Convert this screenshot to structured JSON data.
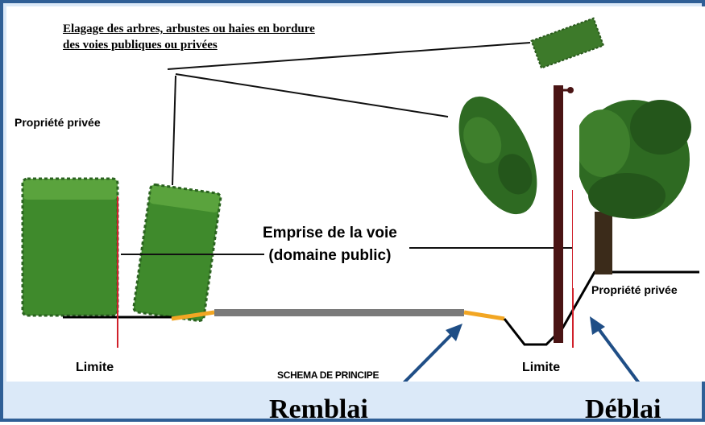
{
  "title_lines": [
    "Elagage des arbres, arbustes ou haies en bordure",
    "des voies publiques ou privées"
  ],
  "labels": {
    "private_left": "Propriété privée",
    "private_right": "Propriété privée",
    "road_lines": [
      "Emprise de la voie",
      "(domaine public)"
    ],
    "limit_left": "Limite",
    "limit_right": "Limite",
    "schema": "SCHEMA DE PRINCIPE",
    "remblai": "Remblai",
    "deblai": "Déblai"
  },
  "colors": {
    "frame": "#2f5f96",
    "footer_band": "#dbe9f8",
    "limit_line": "#d0202a",
    "road": "#7a7a7a",
    "shoulder": "#f2a623",
    "arrow": "#1f4e86",
    "post": "#4a1414",
    "foliage": "#2e6a22"
  }
}
